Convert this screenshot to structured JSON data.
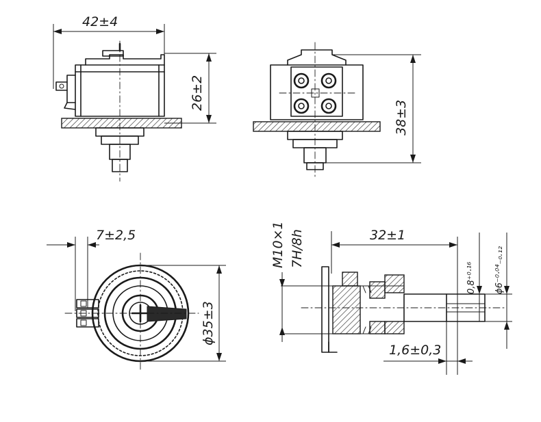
{
  "views": {
    "front": {
      "width_dim": "42±4",
      "height_dim": "26±2"
    },
    "side": {
      "height_dim": "38±3"
    },
    "bottom": {
      "offset_dim": "7±2,5",
      "diameter_dim": "ϕ35±3"
    },
    "section": {
      "thread_dim_line1": "M10×1",
      "thread_dim_line2": "7H/8h",
      "length_dim": "32±1",
      "shaft_end_tol": "0,8⁺⁰·¹⁶",
      "shaft_diameter": "ϕ6⁻⁰·⁰⁴₋₀.₁₂",
      "shaft_step_dim": "1,6±0,3"
    }
  }
}
